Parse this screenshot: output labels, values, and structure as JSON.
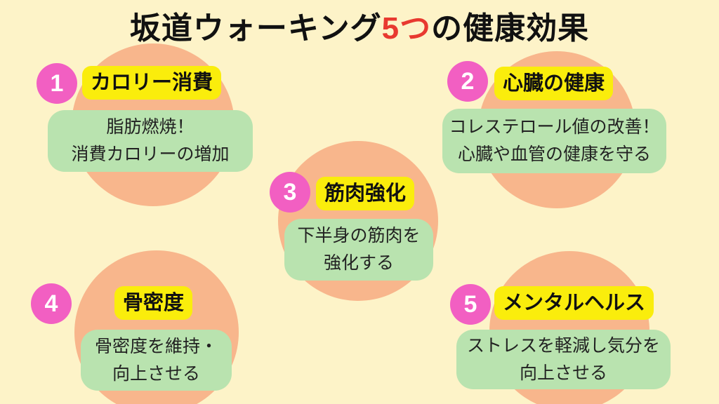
{
  "title": {
    "prefix": "坂道ウォーキング",
    "highlight": "5つ",
    "suffix": "の健康効果"
  },
  "colors": {
    "background": "#FDF3C8",
    "decor_circle": "#F8B68C",
    "number_badge": "#F25FC2",
    "badge_number": "#FFFFFF",
    "heading_highlight": "#FAED0C",
    "heading_text": "#111111",
    "description_bg": "#B9E3AF",
    "description_text": "#222222",
    "title_text": "#111111",
    "title_accent": "#E8392F"
  },
  "sections": [
    {
      "number": "1",
      "heading": "カロリー消費",
      "body_line1": "脂肪燃焼！",
      "body_line2": "消費カロリーの増加"
    },
    {
      "number": "2",
      "heading": "心臓の健康",
      "body_line1": "コレステロール値の改善！",
      "body_line2": "心臓や血管の健康を守る"
    },
    {
      "number": "3",
      "heading": "筋肉強化",
      "body_line1": "下半身の筋肉を",
      "body_line2": "強化する"
    },
    {
      "number": "4",
      "heading": "骨密度",
      "body_line1": "骨密度を維持・",
      "body_line2": "向上させる"
    },
    {
      "number": "5",
      "heading": "メンタルヘルス",
      "body_line1": "ストレスを軽減し気分を",
      "body_line2": "向上させる"
    }
  ]
}
